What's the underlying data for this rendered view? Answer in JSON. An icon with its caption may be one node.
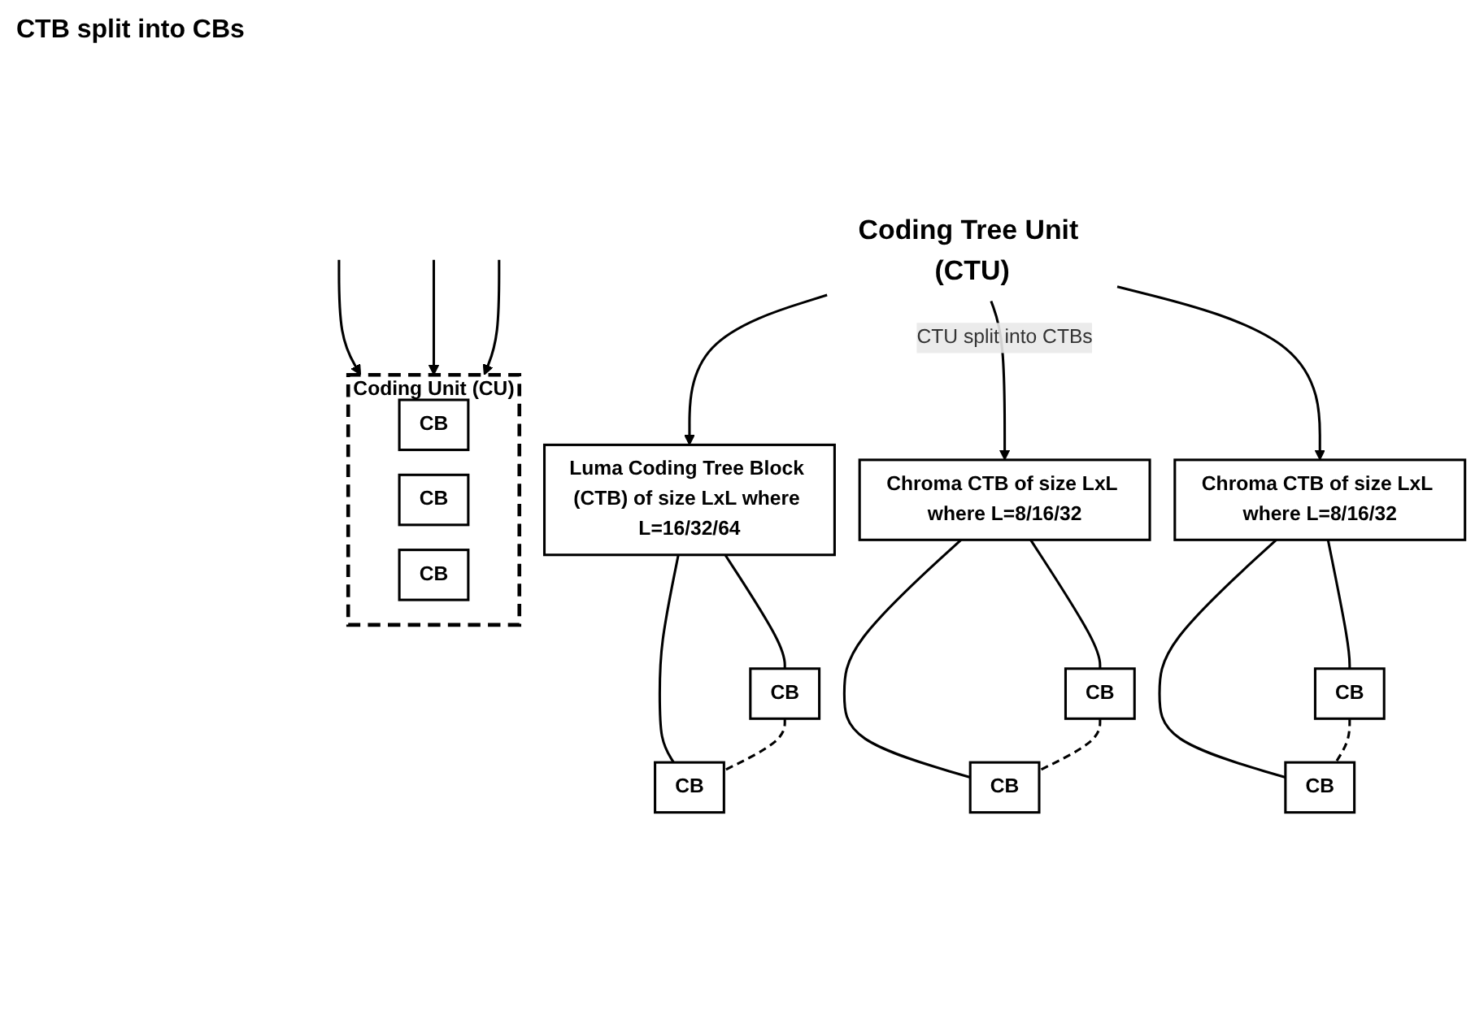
{
  "diagram": {
    "nodes": [
      {
        "text": [
          "Coding Tree Unit (CTU)"
        ]
      },
      {
        "text": [
          "Luma Coding Tree Block (CTB) of size LxL where L=16/32/64"
        ]
      },
      {
        "text": [
          "Chroma CTB of size LxL where L=8/16/32"
        ]
      },
      {
        "text": [
          "Chroma CTB of size LxL where L=8/16/32"
        ]
      },
      {
        "text": [
          "CB"
        ]
      },
      {
        "text": [
          "CB"
        ]
      },
      {
        "text": [
          "CB"
        ]
      },
      {
        "text": [
          "CB"
        ]
      },
      {
        "text": [
          "CB"
        ]
      },
      {
        "text": [
          "CB"
        ]
      },
      {
        "text": [
          "Coding Unit (CU)"
        ]
      },
      {
        "text": [
          "CB"
        ],
        "in": 10
      },
      {
        "text": [
          "CB"
        ],
        "in": 10
      },
      {
        "text": [
          "CB"
        ],
        "in": 10
      }
    ],
    "edges": [
      {
        "from": 0,
        "to": 1,
        "arrow": "to"
      },
      {
        "from": 0,
        "to": 2,
        "arrow": "to",
        "label": "CTU split into CTBs"
      },
      {
        "from": 0,
        "to": 3,
        "arrow": "to"
      },
      {
        "from": 1,
        "to": 4,
        "arrow": "none"
      },
      {
        "from": 1,
        "to": 5,
        "arrow": "none"
      },
      {
        "from": 2,
        "to": 6,
        "arrow": "none"
      },
      {
        "from": 2,
        "to": 7,
        "arrow": "none"
      },
      {
        "from": 3,
        "to": 8,
        "arrow": "none"
      },
      {
        "from": 3,
        "to": 9,
        "arrow": "none"
      },
      {
        "from": 4,
        "to": 5,
        "arrow": "none",
        "style": "dashed"
      },
      {
        "from": 6,
        "to": 7,
        "arrow": "none",
        "style": "dashed"
      },
      {
        "from": 8,
        "to": 9,
        "arrow": "none",
        "style": "dashed"
      },
      {
        "from": null,
        "to": 10,
        "arrow": "to"
      },
      {
        "from": null,
        "to": 10,
        "arrow": "to"
      },
      {
        "from": null,
        "to": 10,
        "arrow": "to"
      }
    ],
    "labels": [
      "CTB split into CBs"
    ]
  }
}
